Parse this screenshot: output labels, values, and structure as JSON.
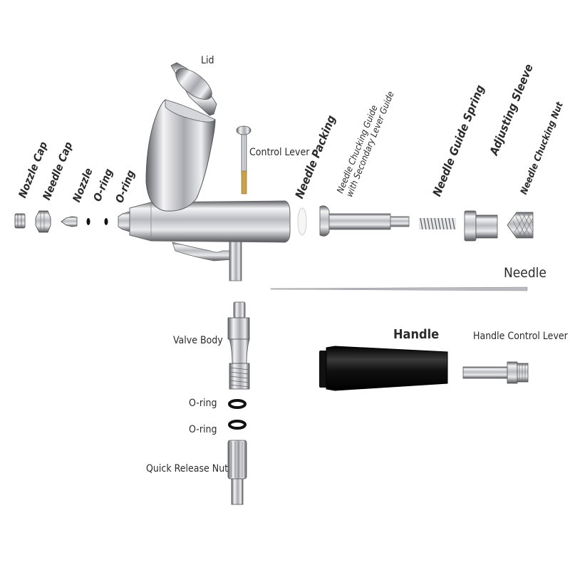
{
  "labels": {
    "lid": "Lid",
    "nozzle_cap": "Nozzle Cap",
    "needle_cap": "Needle Cap",
    "nozzle": "Nozzle",
    "oring_1": "O-ring",
    "oring_2": "O-ring",
    "control_lever": "Control Lever",
    "needle_packing": "Needle Packing",
    "chucking_guide_line1": "Needle Chucking Guide",
    "chucking_guide_line2": "with Secondary Lever Guide",
    "needle_guide_spring": "Needle Guide Spring",
    "adjusting_sleeve": "Adjusting Sleeve",
    "chucking_nut": "Needle Chucking Nut",
    "needle": "Needle",
    "valve_body": "Valve Body",
    "oring_3": "O-ring",
    "oring_4": "O-ring",
    "quick_release_nut": "Quick Release Nut",
    "handle": "Handle",
    "handle_control_lever": "Handle Control Lever"
  },
  "colors": {
    "chrome_light": "#f4f4f6",
    "chrome_mid": "#b9bbc0",
    "chrome_dark": "#5e6066",
    "handle_black": "#111111",
    "packing_white": "#f6f6f6",
    "brass": "#c9a24a"
  }
}
